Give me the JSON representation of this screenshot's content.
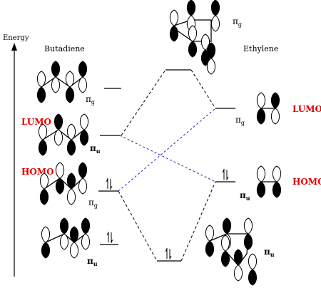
{
  "axis": {
    "label": "Energy"
  },
  "molecules": {
    "left": "Butadiene",
    "right": "Ethylene"
  },
  "frontier": {
    "left_lumo": "LUMO",
    "left_homo": "HOMO",
    "right_lumo": "LUMO",
    "right_homo": "HOMO"
  },
  "symmetry": {
    "main": "π",
    "g": "g",
    "u": "u"
  }
}
